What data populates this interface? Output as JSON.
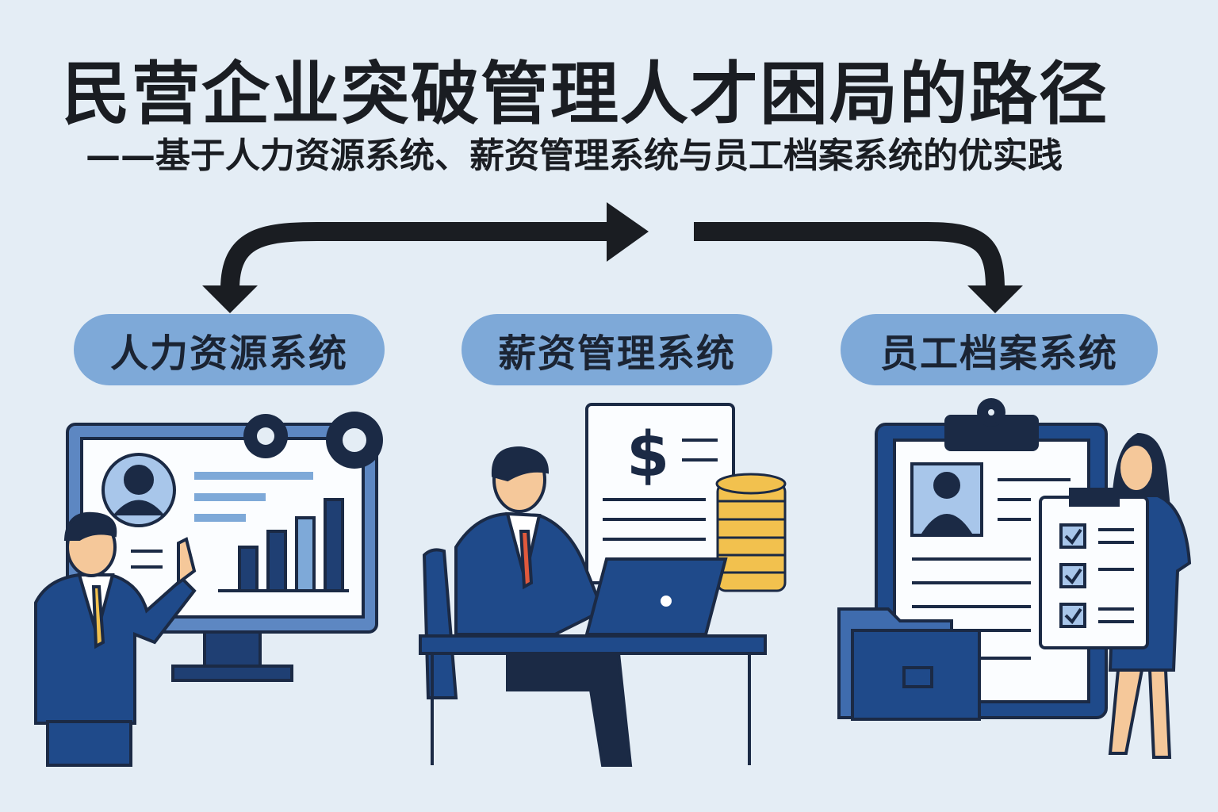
{
  "title": "民营企业突破管理人才困局的路径",
  "subtitle": "——基于人力资源系统、薪资管理系统与员工档案系统的优实践",
  "systems": [
    {
      "label": "人力资源系统",
      "icon": "monitor-dashboard-presenter"
    },
    {
      "label": "薪资管理系统",
      "icon": "payroll-desk-laptop"
    },
    {
      "label": "员工档案系统",
      "icon": "clipboard-employee-file"
    }
  ],
  "colors": {
    "background": "#e4edf5",
    "pill": "#7ea9d8",
    "navy": "#1f3f73",
    "gold": "#f2c14e",
    "arrow": "#1a1d22"
  }
}
